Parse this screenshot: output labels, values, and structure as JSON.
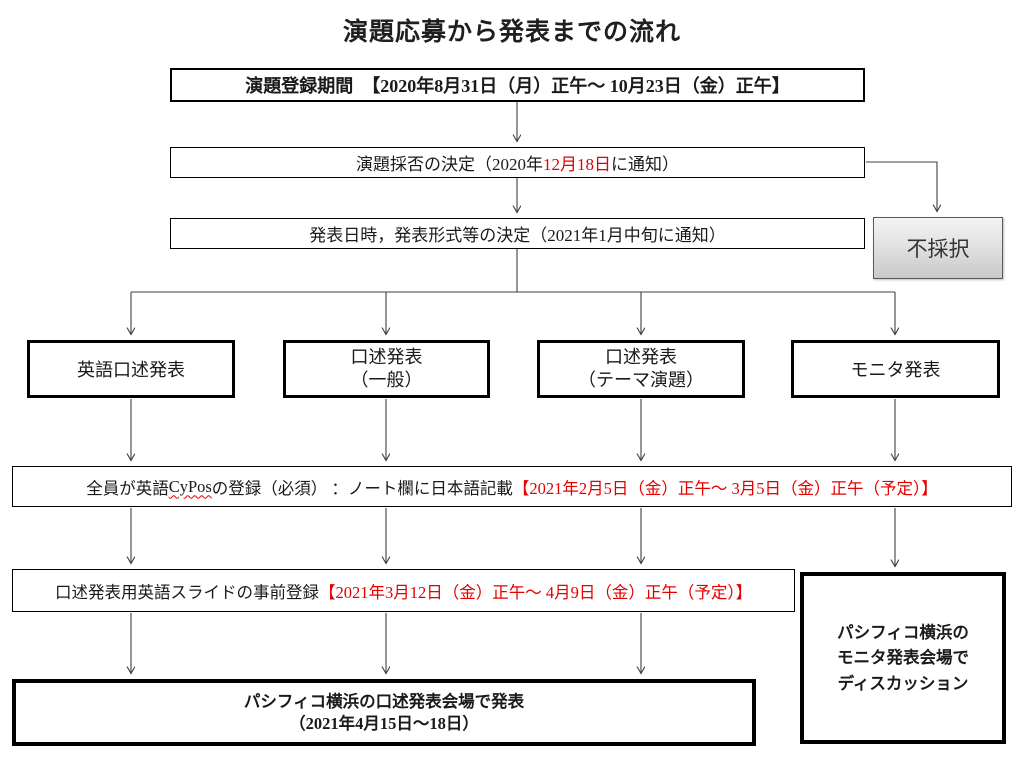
{
  "title": "演題応募から発表までの流れ",
  "colors": {
    "accent_red": "#e60000",
    "line": "#404040",
    "reject_fill_top": "#f4f4f4",
    "reject_fill_bottom": "#c9c9c9"
  },
  "flow": {
    "registration": {
      "label": "演題登録期間",
      "period": "【2020年8月31日（月）正午～ 10月23日（金）正午】"
    },
    "acceptance": {
      "pre": "演題採否の決定（2020年",
      "red_date": "12月18日",
      "post": "に通知）"
    },
    "schedule": {
      "label": "発表日時，発表形式等の決定（2021年1月中旬に通知）"
    },
    "reject": {
      "label": "不採択"
    },
    "branches": [
      {
        "line1": "英語口述発表",
        "line2": ""
      },
      {
        "line1": "口述発表",
        "line2": "（一般）"
      },
      {
        "line1": "口述発表",
        "line2": "（テーマ演題）"
      },
      {
        "line1": "モニタ発表",
        "line2": ""
      }
    ],
    "cypos": {
      "pre": "全員が英語 ",
      "code": "CyPos",
      "mid": " の登録（必須） ：ノート欄に日本語記載",
      "red_period": "【2021年2月5日（金）正午～ 3月5日（金）正午（予定）】"
    },
    "slides": {
      "pre": "口述発表用英語スライドの事前登録",
      "red_period": "【2021年3月12日（金）正午～ 4月9日（金）正午（予定）】"
    },
    "oral_venue": {
      "line1": "パシフィコ横浜の口述発表会場で発表",
      "line2": "（2021年4月15日～18日）"
    },
    "monitor_venue": {
      "line1": "パシフィコ横浜の",
      "line2": "モニタ発表会場で",
      "line3": "ディスカッション"
    }
  }
}
